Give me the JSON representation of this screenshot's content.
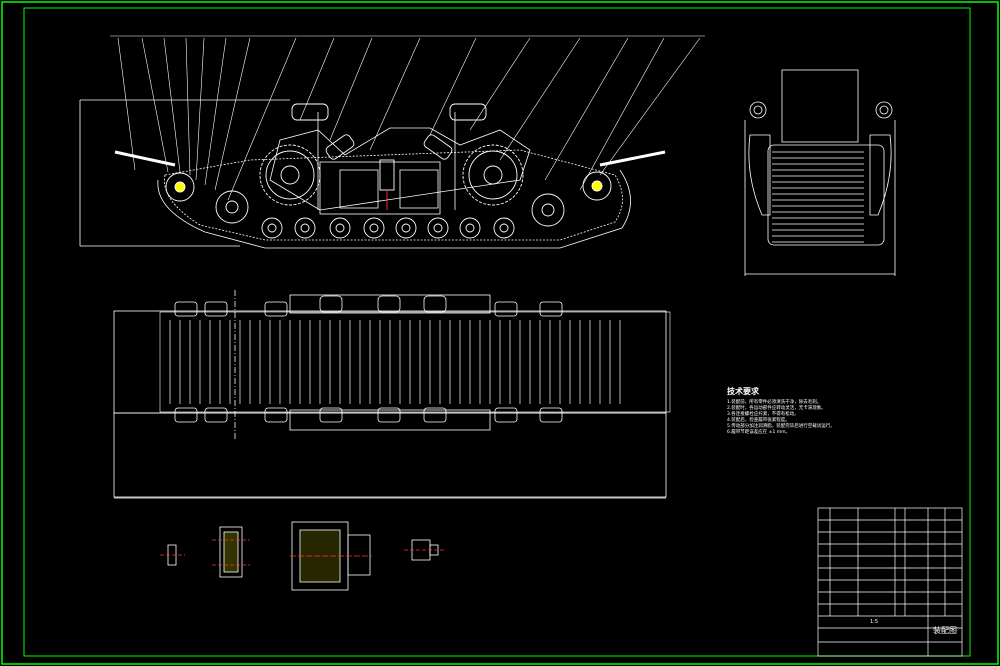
{
  "colors": {
    "background": "#000000",
    "frame": "#00ff00",
    "linework": "#ffffff",
    "parts": "#ffff00",
    "hidden": "#ff3333",
    "titleblock": "#ffffff"
  },
  "tech_notes": {
    "title": "技术要求",
    "lines": [
      "1.装配前，所有零件必须清洗干净，除去毛刺。",
      "2.装配时，各运动部件应转动灵活，无卡滞现象。",
      "3.各连接螺栓应拧紧，不得有松动。",
      "4.装配后，检查履带张紧程度。",
      "5.传动部分加注润滑脂，装配完毕后进行空载试运行。",
      "6.履带节距误差应在 ±1 mm。"
    ]
  },
  "title_block": {
    "drawing_name": "装配图",
    "scale_label": "1:5"
  },
  "icons": {
    "drive_sprocket": "gear-icon",
    "road_wheel": "wheel-icon",
    "motor": "motor-icon"
  }
}
